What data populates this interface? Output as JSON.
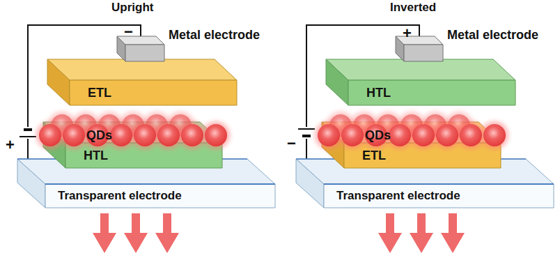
{
  "diagram": {
    "nodes": [
      {
        "text": [
          "Metal electrode"
        ]
      },
      {
        "text": [
          "ETL"
        ]
      },
      {
        "text": [
          "QDs"
        ]
      },
      {
        "text": [
          "HTL"
        ]
      },
      {
        "text": [
          "Transparent electrode"
        ]
      },
      {
        "text": [
          "Metal electrode"
        ]
      },
      {
        "text": [
          "HTL"
        ]
      },
      {
        "text": [
          "QDs"
        ]
      },
      {
        "text": [
          "ETL"
        ]
      },
      {
        "text": [
          "Transparent electrode"
        ]
      }
    ],
    "edges": [
      {
        "from": 0,
        "to": 4,
        "arrow": "none"
      },
      {
        "from": 5,
        "to": 9,
        "arrow": "none"
      }
    ],
    "labels": [
      "Upright",
      "−",
      "+",
      "Inverted",
      "+",
      "−"
    ]
  }
}
